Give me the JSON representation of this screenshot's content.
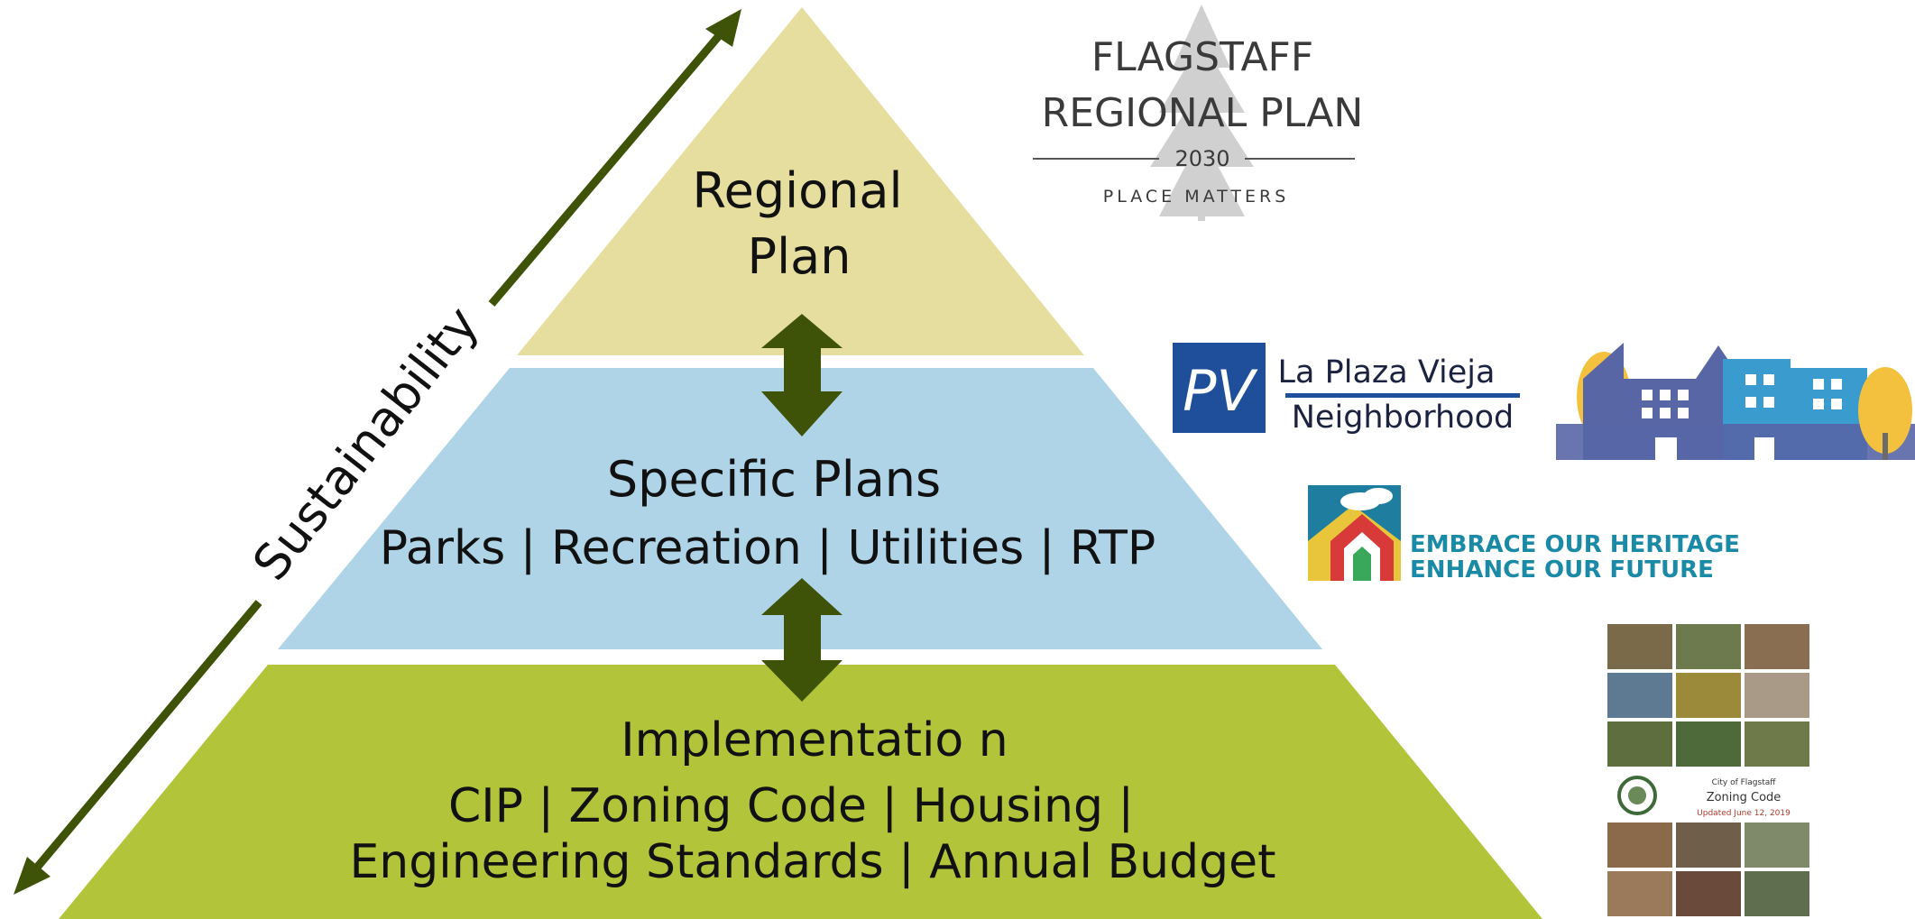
{
  "colors": {
    "top_tier": "#e6de9e",
    "middle_tier": "#afd4e8",
    "bottom_tier": "#b1c43a",
    "arrow": "#3e5208",
    "pv_blue": "#1f4f9a",
    "embrace_teal": "#1a8aa6",
    "building_dark": "#5866a6",
    "building_light": "#3a9bcf",
    "tree_yellow": "#f3c13e"
  },
  "pyramid": {
    "top": {
      "line1": "Regional",
      "line2": "Plan"
    },
    "middle": {
      "line1": "Specific Plans",
      "line2": "Parks | Recreation | Utilities | RTP"
    },
    "bottom": {
      "line1": "Implementatio n",
      "line2": "CIP | Zoning Code | Housing |",
      "line3": "Engineering Standards | Annual Budget"
    }
  },
  "side_label": "Sustainability",
  "logos": {
    "regional_plan": {
      "line1": "FLAGSTAFF",
      "line2": "REGIONAL PLAN",
      "year": "2030",
      "tagline": "PLACE MATTERS"
    },
    "pv": {
      "mark": "PV",
      "line1": "La Plaza Vieja",
      "line2": "Neighborhood"
    },
    "embrace": {
      "line1": "EMBRACE OUR HERITAGE",
      "line2": "ENHANCE OUR FUTURE"
    },
    "zoning_cover": {
      "line1": "City of Flagstaff",
      "line2": "Zoning Code",
      "line3": "Updated June 12, 2019"
    }
  }
}
